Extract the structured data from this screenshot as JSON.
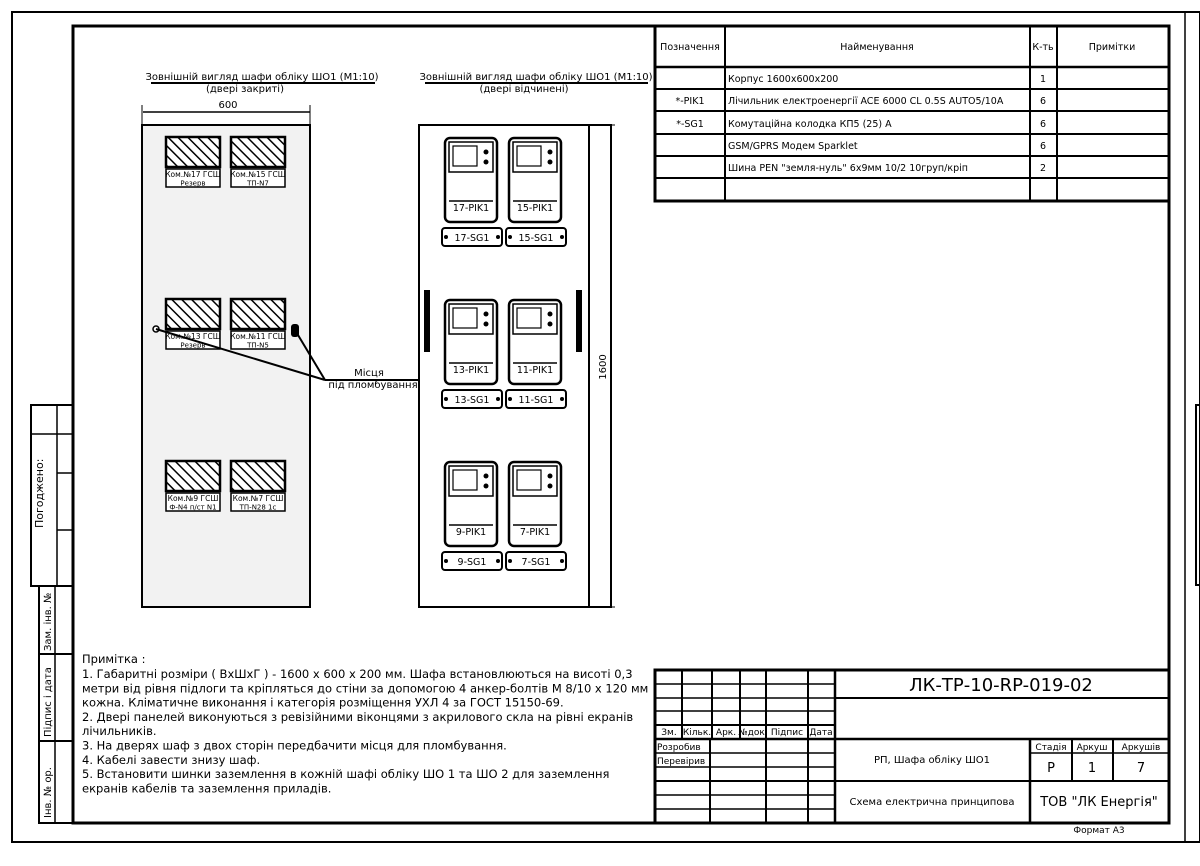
{
  "views": {
    "closed": {
      "title": "Зовнішній вигляд шафи обліку ШО1 (М1:10)",
      "subtitle": "(двері закриті)",
      "width_label": "600"
    },
    "open": {
      "title": "Зовнішній вигляд шафи обліку ШО1 (М1:10)",
      "subtitle": "(двері відчинені)",
      "height_label": "1600"
    }
  },
  "closed_windows": [
    {
      "label1": "Ком.№17 ГСШ",
      "label2": "Резерв"
    },
    {
      "label1": "Ком.№15 ГСШ",
      "label2": "ТП-N7"
    },
    {
      "label1": "Ком.№13 ГСШ",
      "label2": "Резерв"
    },
    {
      "label1": "Ком.№11 ГСШ",
      "label2": "ТП-N5"
    },
    {
      "label1": "Ком.№9 ГСШ",
      "label2": "Ф-N4 п/ст N1"
    },
    {
      "label1": "Ком.№7 ГСШ",
      "label2": "ТП-N28 1с"
    }
  ],
  "seal_label": {
    "line1": "Місця",
    "line2": "під пломбування"
  },
  "meters": [
    {
      "meter": "17-PIK1",
      "block": "17-SG1"
    },
    {
      "meter": "15-PIK1",
      "block": "15-SG1"
    },
    {
      "meter": "13-PIK1",
      "block": "13-SG1"
    },
    {
      "meter": "11-PIK1",
      "block": "11-SG1"
    },
    {
      "meter": "9-PIK1",
      "block": "9-SG1"
    },
    {
      "meter": "7-PIK1",
      "block": "7-SG1"
    }
  ],
  "spec_table": {
    "headers": [
      "Позначення",
      "Найменування",
      "К-ть",
      "Примітки"
    ],
    "rows": [
      {
        "designation": "",
        "name": "Корпус 1600х600х200",
        "qty": "1",
        "note": ""
      },
      {
        "designation": "*-PIK1",
        "name": "Лічильник електроенергії ACE 6000 CL 0.5S AUTO5/10A",
        "qty": "6",
        "note": ""
      },
      {
        "designation": "*-SG1",
        "name": "Комутаційна колодка КП5 (25) А",
        "qty": "6",
        "note": ""
      },
      {
        "designation": "",
        "name": "GSM/GPRS Модем Sparklet",
        "qty": "6",
        "note": ""
      },
      {
        "designation": "",
        "name": "Шина PEN \"земля-нуль\" 6х9мм 10/2 10груп/кріп",
        "qty": "2",
        "note": ""
      }
    ]
  },
  "notes": {
    "heading": "Примітка :",
    "lines": [
      "1.  Габаритні розміри ( ВхШхГ ) - 1600 х 600 х 200 мм. Шафа встановлюються на висоті 0,3",
      "метри від рівня підлоги та кріпляться до стіни за допомогою 4 анкер-болтів М 8/10 х 120 мм",
      "кожна. Кліматичне виконання і категорія розміщення УХЛ 4 за ГОСТ 15150-69.",
      "2.  Двері панелей виконуються з ревізійними віконцями з акрилового скла на рівні екранів",
      "лічильників.",
      "3.  На дверях шаф з двох сторін передбачити місця для пломбування.",
      "4.  Кабелі завести знизу шаф.",
      "5.  Встановити шинки заземлення в кожній шафі обліку ШО 1 та ШО 2 для заземлення",
      "екранів кабелів та заземлення приладів."
    ]
  },
  "side_stamps": {
    "agreed": "Погоджено:",
    "inv_zam": "Зам. інв. №",
    "sign_date": "Підпис і дата",
    "inv_orig": "Інв. № ор."
  },
  "title_block": {
    "doc_code": "ЛК-ТР-10-RP-019-02",
    "change_headers": [
      "Зм.",
      "Кільк.",
      "Арк.",
      "№док.",
      "Підпис",
      "Дата"
    ],
    "roles": [
      "Розробив",
      "Перевірив"
    ],
    "project": "РП, Шафа обліку ШО1",
    "drawing": "Схема електрична принципова",
    "stage_label": "Стадія",
    "sheet_label": "Аркуш",
    "sheets_label": "Аркушів",
    "stage": "Р",
    "sheet": "1",
    "sheets": "7",
    "company": "ТОВ \"ЛК Енергія\"",
    "format": "Формат А3"
  },
  "colors": {
    "line": "#000000",
    "panel": "#f2f2f2"
  }
}
